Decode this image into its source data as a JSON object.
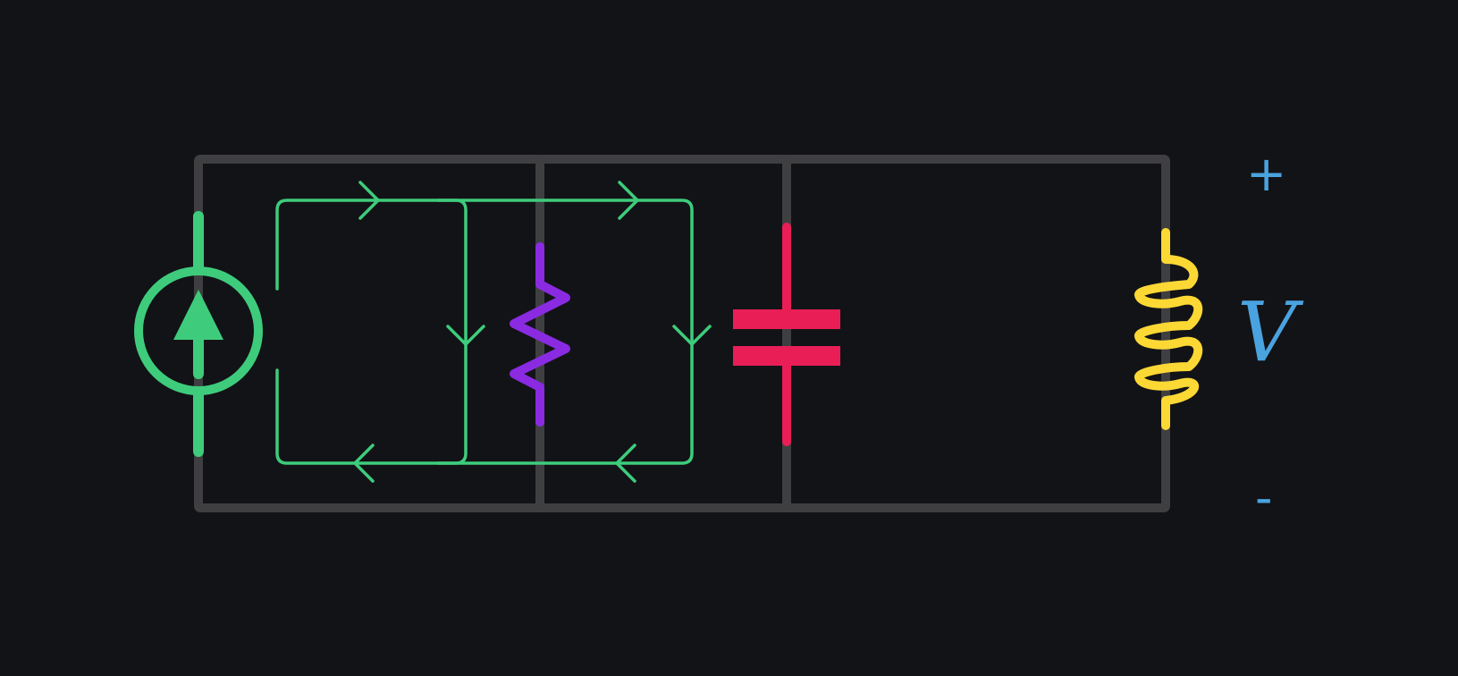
{
  "colors": {
    "background": "#121317",
    "wire": "#3f3f41",
    "current_source": "#3ecc7c",
    "current_flow": "#3ecc7c",
    "resistor": "#8a2be2",
    "capacitor": "#e91e57",
    "inductor": "#fcd835",
    "voltage_label": "#4aa3df"
  },
  "components": {
    "current_source": "current-source",
    "resistor": "resistor",
    "capacitor": "capacitor",
    "inductor": "inductor"
  },
  "voltage": {
    "plus": "+",
    "symbol": "V",
    "minus": "-"
  }
}
